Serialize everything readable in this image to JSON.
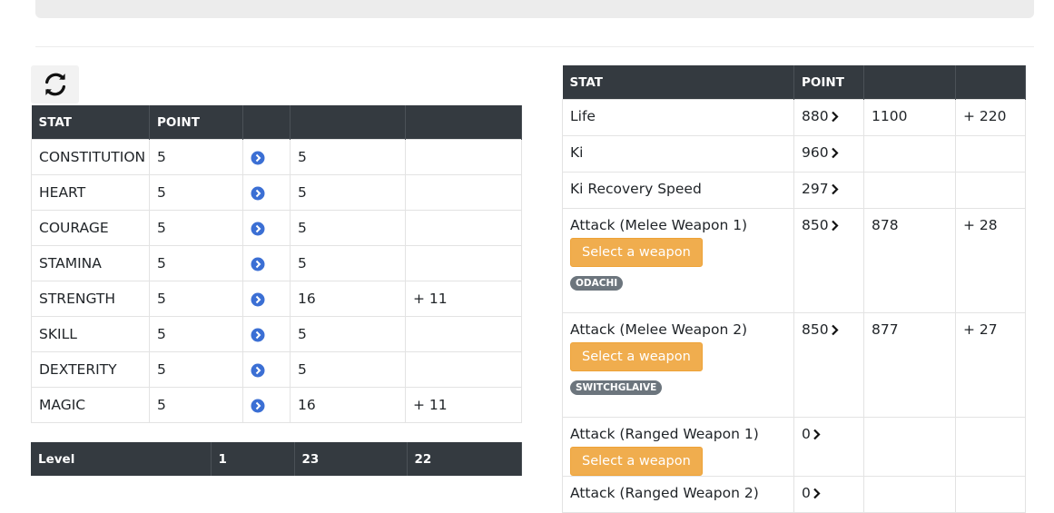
{
  "left_table": {
    "headers": [
      "STAT",
      "POINT",
      "",
      "",
      ""
    ],
    "rows": [
      {
        "stat": "CONSTITUTION",
        "point": "5",
        "new": "5",
        "diff": ""
      },
      {
        "stat": "HEART",
        "point": "5",
        "new": "5",
        "diff": ""
      },
      {
        "stat": "COURAGE",
        "point": "5",
        "new": "5",
        "diff": ""
      },
      {
        "stat": "STAMINA",
        "point": "5",
        "new": "5",
        "diff": ""
      },
      {
        "stat": "STRENGTH",
        "point": "5",
        "new": "16",
        "diff": "+ 11"
      },
      {
        "stat": "SKILL",
        "point": "5",
        "new": "5",
        "diff": ""
      },
      {
        "stat": "DEXTERITY",
        "point": "5",
        "new": "5",
        "diff": ""
      },
      {
        "stat": "MAGIC",
        "point": "5",
        "new": "16",
        "diff": "+ 11"
      }
    ]
  },
  "level_bar": {
    "label": "Level",
    "current": "1",
    "new": "23",
    "diff": "22"
  },
  "right_table": {
    "headers": [
      "STAT",
      "POINT",
      "",
      ""
    ],
    "rows": [
      {
        "stat": "Life",
        "point": "880",
        "new": "1100",
        "diff": "+ 220"
      },
      {
        "stat": "Ki",
        "point": "960",
        "new": "",
        "diff": ""
      },
      {
        "stat": "Ki Recovery Speed",
        "point": "297",
        "new": "",
        "diff": ""
      },
      {
        "stat": "Attack (Melee Weapon 1)",
        "point": "850",
        "new": "878",
        "diff": "+ 28",
        "button": "Select a weapon",
        "badge": "ODACHI"
      },
      {
        "stat": "Attack (Melee Weapon 2)",
        "point": "850",
        "new": "877",
        "diff": "+ 27",
        "button": "Select a weapon",
        "badge": "SWITCHGLAIVE"
      },
      {
        "stat": "Attack (Ranged Weapon 1)",
        "point": "0",
        "new": "",
        "diff": "",
        "button": "Select a weapon"
      },
      {
        "stat": "Attack (Ranged Weapon 2)",
        "point": "0",
        "new": "",
        "diff": ""
      }
    ]
  },
  "colors": {
    "header_bg": "#343a40",
    "accent_blue": "#3b6fd4",
    "warning": "#f0ad4e",
    "badge_gray": "#6c757d"
  }
}
